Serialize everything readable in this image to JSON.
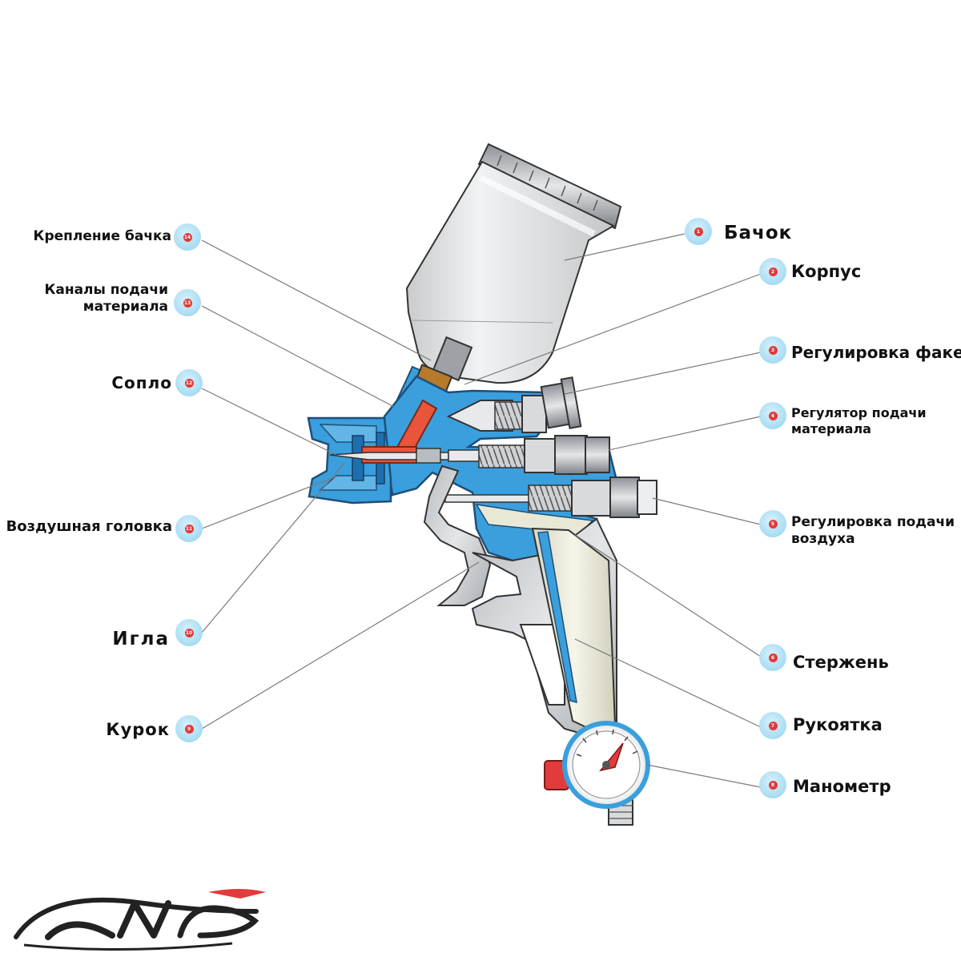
{
  "parts": [
    {
      "num": "1",
      "label": "Бачок"
    },
    {
      "num": "2",
      "label": "Корпус"
    },
    {
      "num": "3",
      "label": "Регулировка факела"
    },
    {
      "num": "4",
      "label": "Регулятор подачи\nматериала"
    },
    {
      "num": "5",
      "label": "Регулировка подачи\nвоздуха"
    },
    {
      "num": "6",
      "label": "Стержень"
    },
    {
      "num": "7",
      "label": "Рукоятка"
    },
    {
      "num": "8",
      "label": "Манометр"
    },
    {
      "num": "9",
      "label": "Курок"
    },
    {
      "num": "10",
      "label": "Игла"
    },
    {
      "num": "11",
      "label": "Воздушная головка"
    },
    {
      "num": "12",
      "label": "Сопло"
    },
    {
      "num": "13",
      "label": "Каналы подачи\nматериала"
    },
    {
      "num": "14",
      "label": "Крепление бачка"
    }
  ],
  "colors": {
    "body": "#3a9fdc",
    "body_dark": "#1e6fb0",
    "handle": "#e9e8d6",
    "cup": "#d2d4d6",
    "channel": "#e8553a",
    "badge": "#a7dcf2",
    "badge_dot": "#e03a3a"
  },
  "icons": [
    "spray-gun-illustration",
    "logo-icon"
  ]
}
